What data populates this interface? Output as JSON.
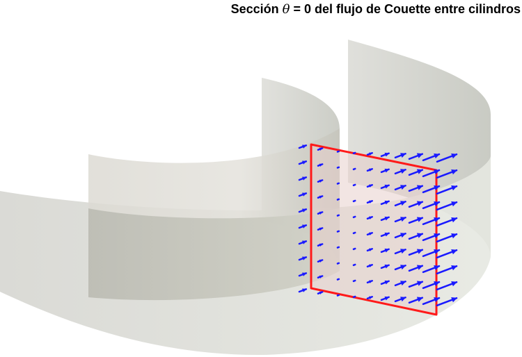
{
  "title": {
    "prefix": "Sección ",
    "symbol": "θ",
    "suffix": " = 0 del flujo de Couette entre cilindros"
  },
  "colors": {
    "section_border": "#ff1a1a",
    "section_fill": "#e8cfcc",
    "arrows": "#1a1aff",
    "cylinder": "#cfd0c8"
  },
  "velocity_profile": {
    "columns": 10,
    "rows": 10,
    "relative_magnitudes": [
      0.35,
      0.22,
      0.04,
      0.08,
      0.24,
      0.38,
      0.52,
      0.67,
      0.82,
      1.0
    ]
  }
}
